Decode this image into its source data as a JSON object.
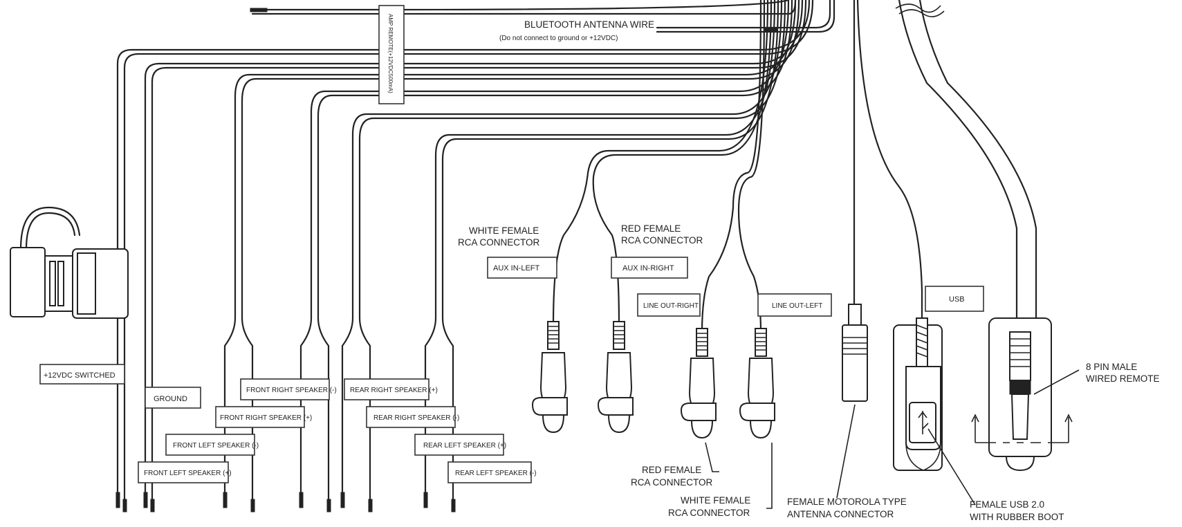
{
  "wires": {
    "bluetooth_title": "BLUETOOTH ANTENNA WIRE",
    "bluetooth_note": "(Do not connect to ground or +12VDC)",
    "amp_remote": "AMP REMOTE(+12VDC500mA)"
  },
  "tags": {
    "switched": "+12VDC SWITCHED",
    "ground": "GROUND",
    "front_right_neg": "FRONT RIGHT SPEAKER (-)",
    "front_right_pos": "FRONT RIGHT SPEAKER (+)",
    "front_left_neg": "FRONT LEFT SPEAKER (-)",
    "front_left_pos": "FRONT LEFT SPEAKER (+)",
    "rear_right_pos": "REAR RIGHT SPEAKER (+)",
    "rear_right_neg": "REAR RIGHT SPEAKER (-)",
    "rear_left_pos": "REAR LEFT SPEAKER (+)",
    "rear_left_neg": "REAR LEFT SPEAKER (-)",
    "aux_left": "AUX IN-LEFT",
    "aux_right": "AUX IN-RIGHT",
    "line_out_right": "LINE OUT-RIGHT",
    "line_out_left": "LINE OUT-LEFT",
    "usb": "USB"
  },
  "labels": {
    "white_rca_top_1": "WHITE FEMALE",
    "white_rca_top_2": "RCA CONNECTOR",
    "red_rca_top_1": "RED FEMALE",
    "red_rca_top_2": "RCA CONNECTOR",
    "red_rca_bottom_1": "RED FEMALE",
    "red_rca_bottom_2": "RCA CONNECTOR",
    "white_rca_bottom_1": "WHITE FEMALE",
    "white_rca_bottom_2": "RCA CONNECTOR",
    "motorola_1": "FEMALE MOTOROLA TYPE",
    "motorola_2": "ANTENNA CONNECTOR",
    "usb_1": "FEMALE USB 2.0",
    "usb_2": "WITH RUBBER BOOT",
    "remote_1": "8 PIN MALE",
    "remote_2": "WIRED REMOTE"
  }
}
